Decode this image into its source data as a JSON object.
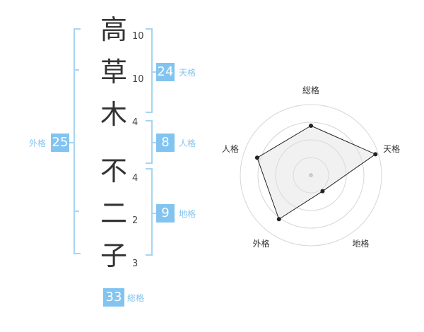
{
  "name_chars": [
    {
      "char": "高",
      "strokes": "10"
    },
    {
      "char": "草",
      "strokes": "10"
    },
    {
      "char": "木",
      "strokes": "4"
    },
    {
      "char": "不",
      "strokes": "4"
    },
    {
      "char": "二",
      "strokes": "2"
    },
    {
      "char": "子",
      "strokes": "3"
    }
  ],
  "fortunes": {
    "tenkaku": {
      "value": "24",
      "label": "天格"
    },
    "jinkaku": {
      "value": "8",
      "label": "人格"
    },
    "chikaku": {
      "value": "9",
      "label": "地格"
    },
    "gaikaku": {
      "value": "25",
      "label": "外格"
    },
    "soukaku": {
      "value": "33",
      "label": "総格"
    }
  },
  "colors": {
    "accent": "#82c4f0",
    "bracket": "#a9d4f2"
  },
  "chart_data": {
    "type": "radar",
    "axes": [
      "総格",
      "天格",
      "地格",
      "外格",
      "人格"
    ],
    "values": [
      0.7,
      0.96,
      0.28,
      0.77,
      0.8
    ],
    "max": 1,
    "rings": 4
  }
}
